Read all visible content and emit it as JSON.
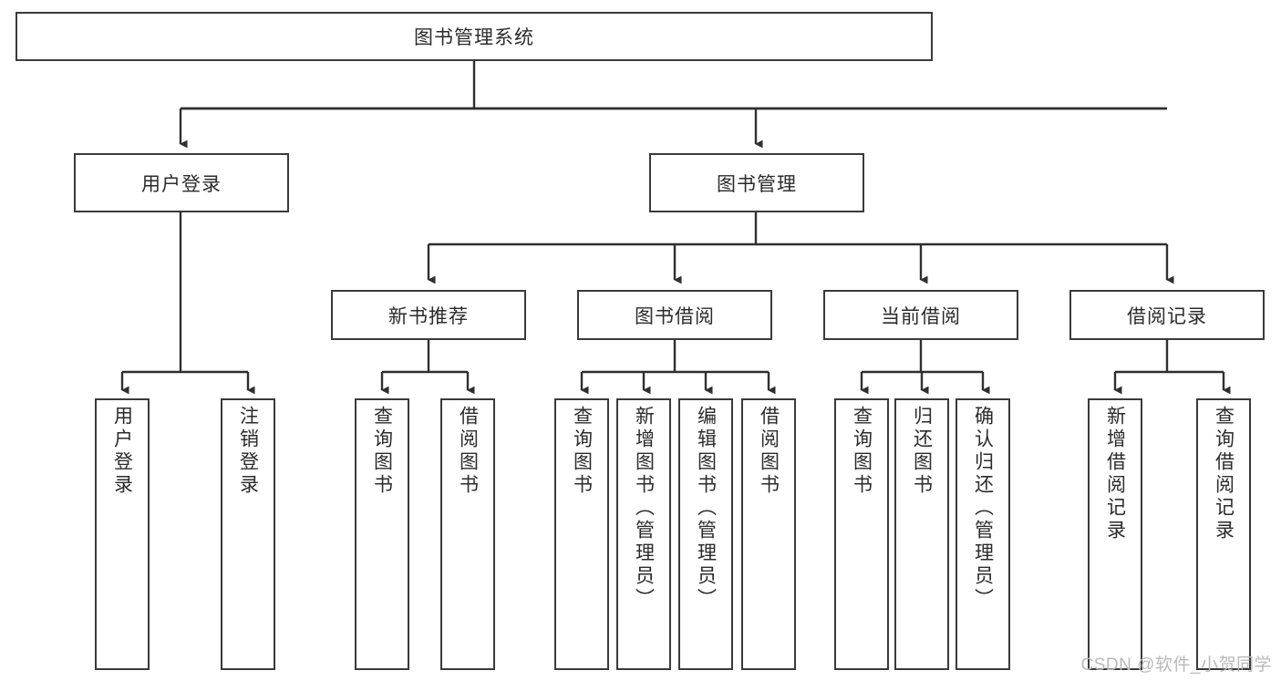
{
  "diagram": {
    "kind": "tree-hierarchy-chart",
    "title": "图书管理系统",
    "watermark": "CSDN @软件_小贺同学",
    "colors": {
      "box_border": "#3a3a3a",
      "box_fill": "#ffffff",
      "edge": "#2f2f2f",
      "text": "#2b2b2b",
      "watermark": "#b9b9b9",
      "background": "#ffffff"
    },
    "nodes": {
      "root": "图书管理系统",
      "level1": [
        {
          "label": "用户登录"
        },
        {
          "label": "图书管理"
        }
      ],
      "level2": [
        {
          "label": "新书推荐"
        },
        {
          "label": "图书借阅"
        },
        {
          "label": "当前借阅"
        },
        {
          "label": "借阅记录"
        }
      ],
      "leaves": {
        "user_login": [
          {
            "label": "用户登录"
          },
          {
            "label": "注销登录"
          }
        ],
        "new_book_recommend": [
          {
            "label": "查询图书"
          },
          {
            "label": "借阅图书"
          }
        ],
        "book_borrow": [
          {
            "label": "查询图书"
          },
          {
            "label": "新增图书（管理员）"
          },
          {
            "label": "编辑图书（管理员）"
          },
          {
            "label": "借阅图书"
          }
        ],
        "current_borrow": [
          {
            "label": "查询图书"
          },
          {
            "label": "归还图书"
          },
          {
            "label": "确认归还（管理员）"
          }
        ],
        "borrow_record": [
          {
            "label": "新增借阅记录"
          },
          {
            "label": "查询借阅记录"
          }
        ]
      }
    }
  }
}
